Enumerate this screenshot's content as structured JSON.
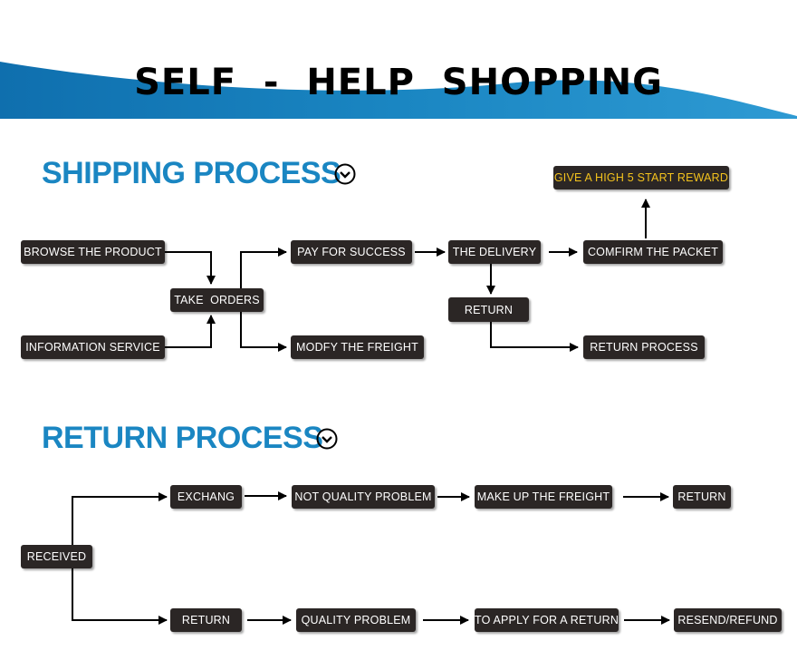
{
  "banner": {
    "title": "SELF  -  HELP  SHOPPING",
    "wave_color": "#1378b8"
  },
  "shipping": {
    "title": "SHIPPING PROCESS",
    "icon": "chevron-down-circle-icon",
    "nodes": {
      "browse": "BROWSE THE PRODUCT",
      "info": "INFORMATION SERVICE",
      "take_orders": "TAKE  ORDERS",
      "pay": "PAY FOR SUCCESS",
      "modify": "MODFY THE FREIGHT",
      "delivery": "THE DELIVERY",
      "return": "RETURN",
      "return_process": "RETURN PROCESS",
      "confirm": "COMFIRM THE PACKET",
      "reward": "GIVE A HIGH 5 START REWARD"
    }
  },
  "return_process": {
    "title": "RETURN PROCESS",
    "icon": "chevron-down-circle-icon",
    "nodes": {
      "received": "RECEIVED",
      "exchang": "EXCHANG",
      "not_quality": "NOT QUALITY PROBLEM",
      "make_up": "MAKE UP THE FREIGHT",
      "return_top": "RETURN",
      "return_bottom": "RETURN",
      "quality": "QUALITY PROBLEM",
      "apply": "TO APPLY FOR A RETURN",
      "resend": "RESEND/REFUND"
    }
  },
  "colors": {
    "title_blue": "#1a86c2",
    "box": "#2b2625",
    "box_text": "#ffffff",
    "reward_text": "#f3c21d",
    "line": "#000000"
  }
}
